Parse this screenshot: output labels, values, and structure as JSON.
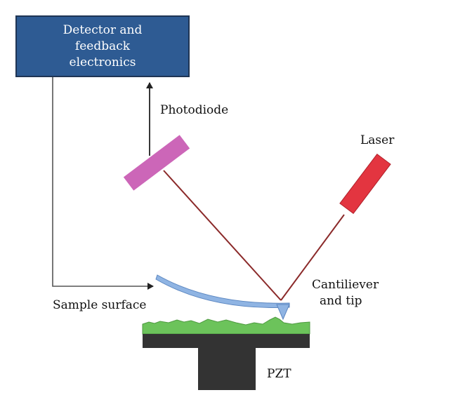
{
  "colors": {
    "box_fill": "#2e5b93",
    "photodiode": "#cc66b8",
    "laser": "#e33540",
    "beam": "#8b2a2a",
    "cantilever": "#8fb4e3",
    "sample": "#6cc35b",
    "pzt_stage": "#333333",
    "arrow": "#222222"
  },
  "detector_box": {
    "lines": [
      "Detector and",
      "feedback",
      "electronics"
    ]
  },
  "labels": {
    "photodiode": "Photodiode",
    "laser": "Laser",
    "cantilever_line1": "Cantiliever",
    "cantilever_line2": "and tip",
    "sample_surface": "Sample surface",
    "pzt": "PZT"
  }
}
